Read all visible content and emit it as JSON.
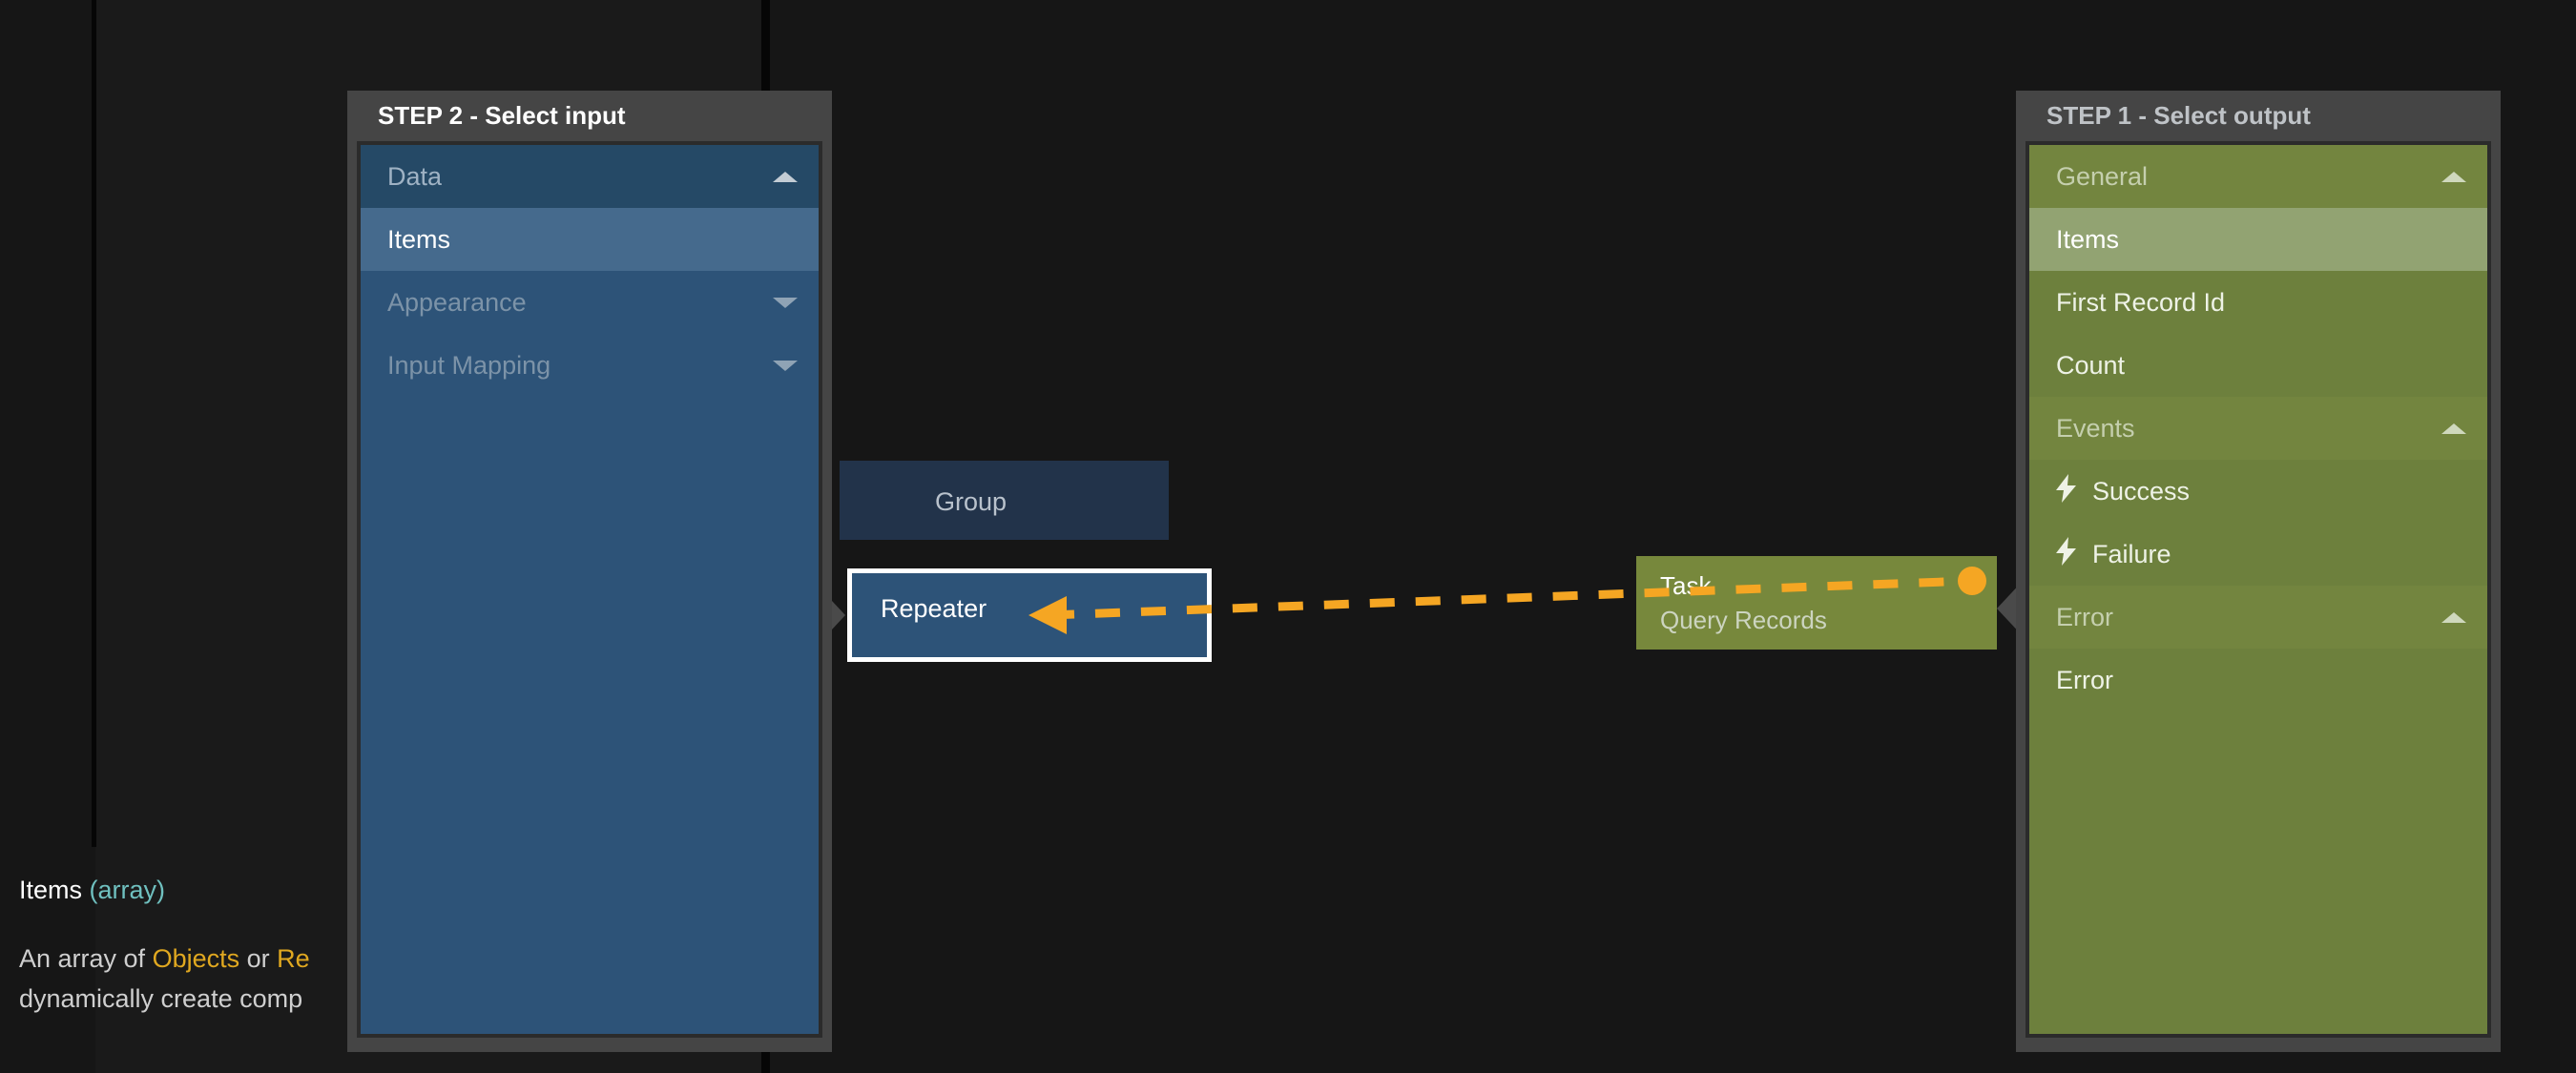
{
  "canvas": {
    "nodes": [
      {
        "id": "group",
        "title": "Group",
        "subtitle": ""
      },
      {
        "id": "repeater",
        "title": "Repeater",
        "subtitle": ""
      },
      {
        "id": "task",
        "title": "Task",
        "subtitle": "Query Records"
      }
    ],
    "connection": {
      "color": "#f5a623",
      "style": "dashed",
      "from_node": "task",
      "to_node": "repeater",
      "arrow_icon": "arrow-left-icon",
      "endpoint_icon": "connection-dot-icon"
    }
  },
  "panel_input": {
    "header": "STEP 2 - Select input",
    "accent": "#2d5378",
    "rows": [
      {
        "label": "Data",
        "type": "section",
        "expanded": true,
        "caret": "chevron-up-icon",
        "selected": false,
        "dim": false
      },
      {
        "label": "Items",
        "type": "item",
        "expanded": null,
        "caret": "",
        "selected": true,
        "dim": false
      },
      {
        "label": "Appearance",
        "type": "section",
        "expanded": false,
        "caret": "chevron-down-icon",
        "selected": false,
        "dim": true
      },
      {
        "label": "Input Mapping",
        "type": "section",
        "expanded": false,
        "caret": "chevron-down-icon",
        "selected": false,
        "dim": true
      }
    ]
  },
  "panel_output": {
    "header": "STEP 1 - Select output",
    "accent": "#6d803d",
    "rows": [
      {
        "label": "General",
        "type": "section",
        "caret": "chevron-up-icon",
        "selected": false,
        "icon": ""
      },
      {
        "label": "Items",
        "type": "item",
        "caret": "",
        "selected": true,
        "icon": ""
      },
      {
        "label": "First Record Id",
        "type": "item",
        "caret": "",
        "selected": false,
        "icon": ""
      },
      {
        "label": "Count",
        "type": "item",
        "caret": "",
        "selected": false,
        "icon": ""
      },
      {
        "label": "Events",
        "type": "section",
        "caret": "chevron-up-icon",
        "selected": false,
        "icon": ""
      },
      {
        "label": "Success",
        "type": "item",
        "caret": "",
        "selected": false,
        "icon": "bolt-icon"
      },
      {
        "label": "Failure",
        "type": "item",
        "caret": "",
        "selected": false,
        "icon": "bolt-icon"
      },
      {
        "label": "Error",
        "type": "section",
        "caret": "chevron-up-icon",
        "selected": false,
        "icon": ""
      },
      {
        "label": "Error",
        "type": "item",
        "caret": "",
        "selected": false,
        "icon": ""
      }
    ]
  },
  "doc": {
    "title": "Items",
    "type": "(array)",
    "body_before": "An array of ",
    "token_1": "Objects",
    "body_middle": " or ",
    "token_2": "Re",
    "body_line2": "dynamically create comp"
  },
  "colors": {
    "background": "#161616",
    "canvas": "#1a1a1a",
    "panel_frame": "#454545",
    "blue_node": "#2d5378",
    "group_node": "#22334a",
    "green_node": "#77883c",
    "wire_orange": "#f5a623",
    "selected_blue": "#456a8d",
    "selected_green": "#92a372"
  }
}
